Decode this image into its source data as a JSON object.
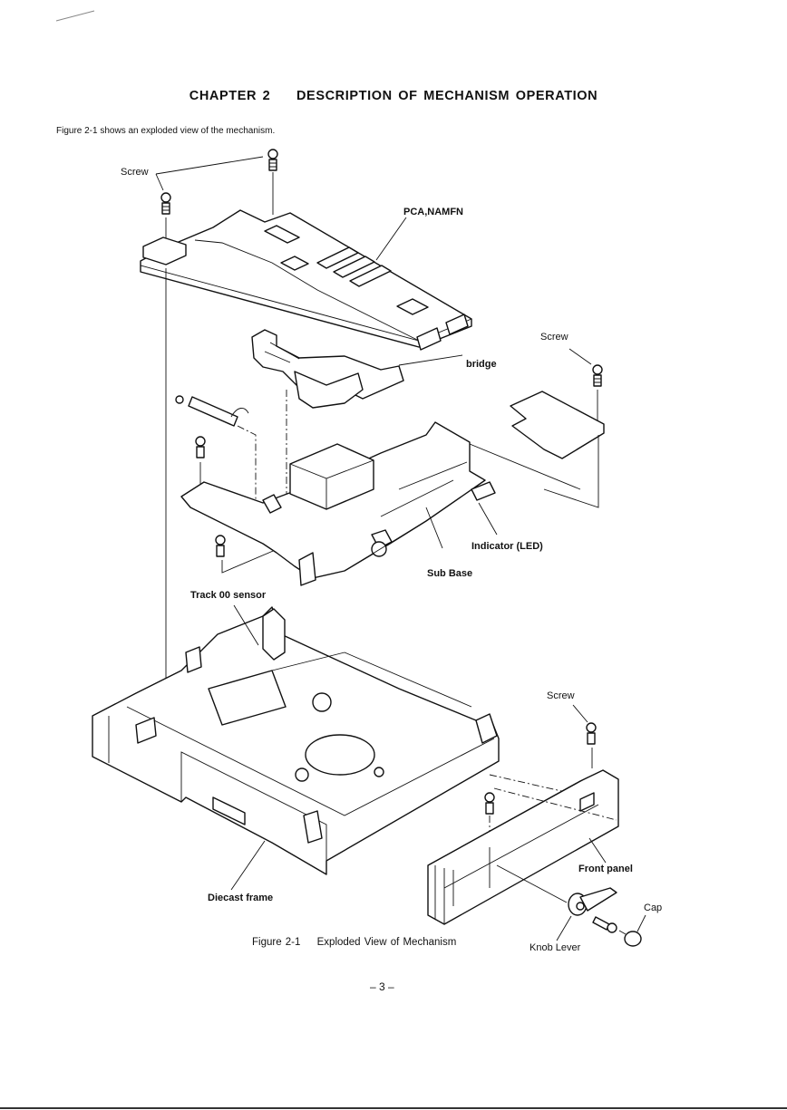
{
  "header": {
    "chapter_label": "CHAPTER 2",
    "chapter_title": "DESCRIPTION OF MECHANISM OPERATION"
  },
  "body": {
    "intro_text": "Figure 2-1 shows an exploded view of the mechanism."
  },
  "figure": {
    "number": "Figure 2-1",
    "title": "Exploded View of Mechanism",
    "labels": {
      "screw_top_left": "Screw",
      "pca": "PCA,NAMFN",
      "screw_right": "Screw",
      "bridge": "bridge",
      "indicator": "Indicator (LED)",
      "sub_base": "Sub Base",
      "track_sensor": "Track 00 sensor",
      "screw_front": "Screw",
      "front_panel": "Front panel",
      "diecast_frame": "Diecast frame",
      "cap": "Cap",
      "knob_lever": "Knob Lever"
    }
  },
  "footer": {
    "page_number": "– 3 –"
  }
}
